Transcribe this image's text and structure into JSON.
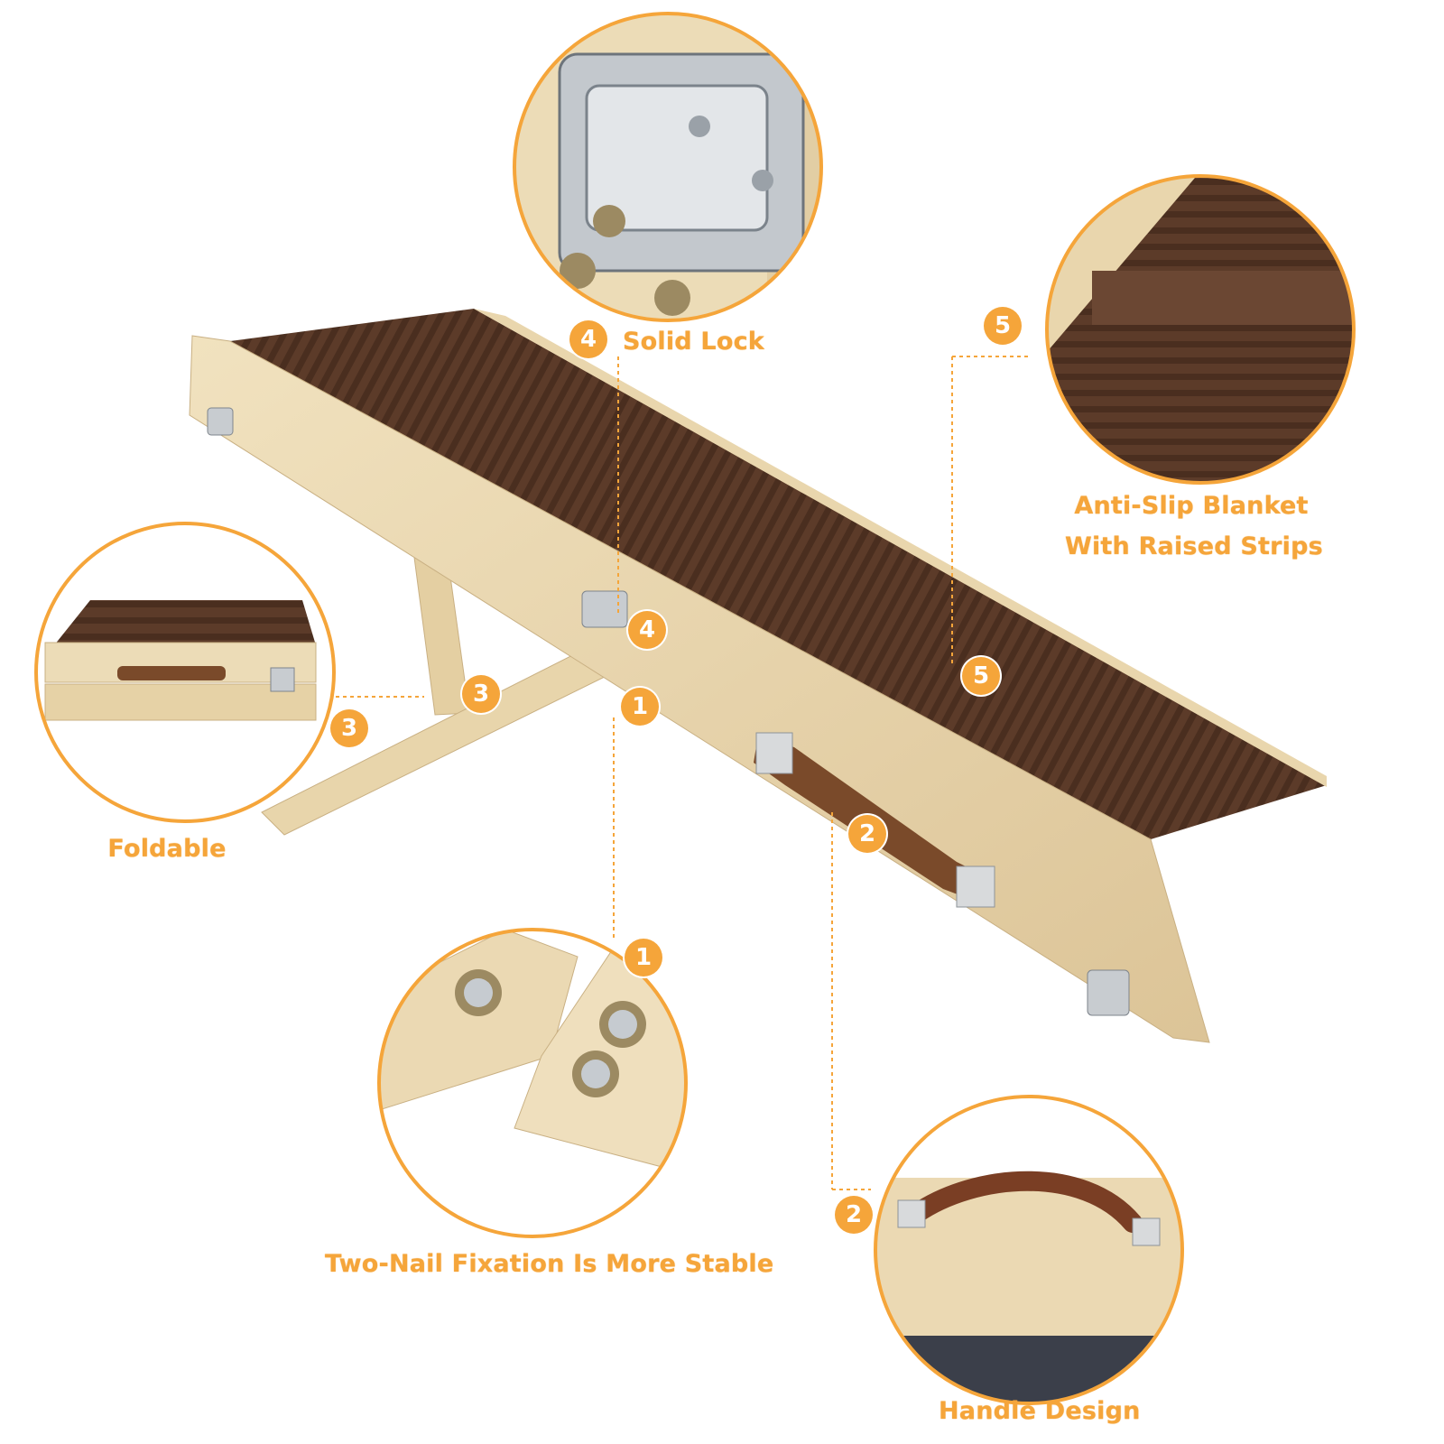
{
  "accent_color": "#f5a53a",
  "wood_color": "#e9d6ad",
  "carpet_color": "#5a3a28",
  "callouts": [
    {
      "number": "4",
      "label": "Solid Lock",
      "icon": "metal-latch-closeup"
    },
    {
      "number": "5",
      "label_line1": "Anti-Slip Blanket",
      "label_line2": "With Raised Strips",
      "icon": "carpet-strips-closeup"
    },
    {
      "number": "3",
      "label": "Foldable",
      "icon": "folded-ramp-closeup"
    },
    {
      "number": "1",
      "label": "Two-Nail Fixation Is More Stable",
      "icon": "two-nail-joint-closeup"
    },
    {
      "number": "2",
      "label": "Handle Design",
      "icon": "leather-handle-closeup"
    }
  ]
}
